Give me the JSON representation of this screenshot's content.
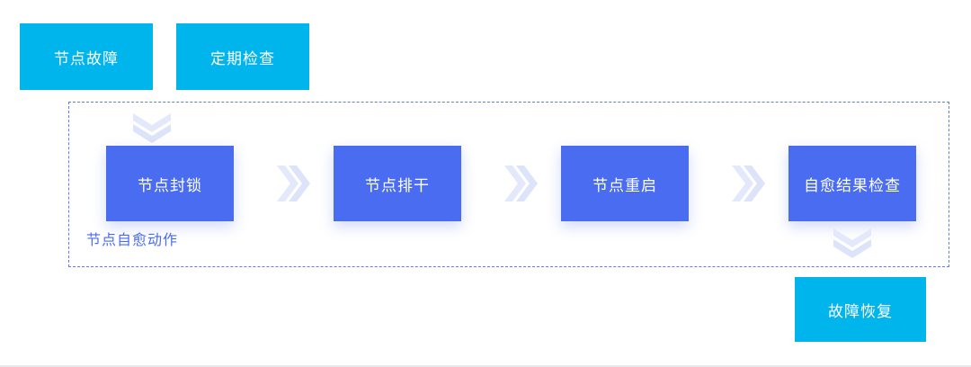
{
  "diagram": {
    "type": "flowchart",
    "title": "",
    "colors": {
      "trigger_box": "#00b4ec",
      "action_box": "#4a6cf0",
      "region_border": "#5f7cf2",
      "region_label": "#4a6cf0",
      "arrow": "#dfe4f7",
      "baseline_rule": "#e8e8ea"
    },
    "triggers": [
      {
        "label": "节点故障"
      },
      {
        "label": "定期检查"
      }
    ],
    "region": {
      "label": "节点自愈动作",
      "steps": [
        {
          "label": "节点封锁"
        },
        {
          "label": "节点排干"
        },
        {
          "label": "节点重启"
        },
        {
          "label": "自愈结果检查"
        }
      ],
      "connectors": [
        {
          "kind": "chevron-right-icon"
        },
        {
          "kind": "chevron-right-icon"
        },
        {
          "kind": "chevron-right-icon"
        }
      ]
    },
    "entry_connector": {
      "kind": "chevron-down-icon"
    },
    "exit_connector": {
      "kind": "chevron-down-icon"
    },
    "outcome": {
      "label": "故障恢复"
    }
  }
}
